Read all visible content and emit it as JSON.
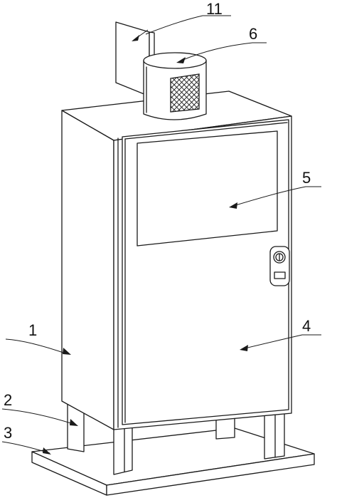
{
  "callouts": [
    {
      "id": "callout-11",
      "label": "11"
    },
    {
      "id": "callout-6",
      "label": "6"
    },
    {
      "id": "callout-5",
      "label": "5"
    },
    {
      "id": "callout-1",
      "label": "1"
    },
    {
      "id": "callout-4",
      "label": "4"
    },
    {
      "id": "callout-2",
      "label": "2"
    },
    {
      "id": "callout-3",
      "label": "3"
    }
  ],
  "colors": {
    "line": "#1a1a1a",
    "background": "#ffffff"
  }
}
